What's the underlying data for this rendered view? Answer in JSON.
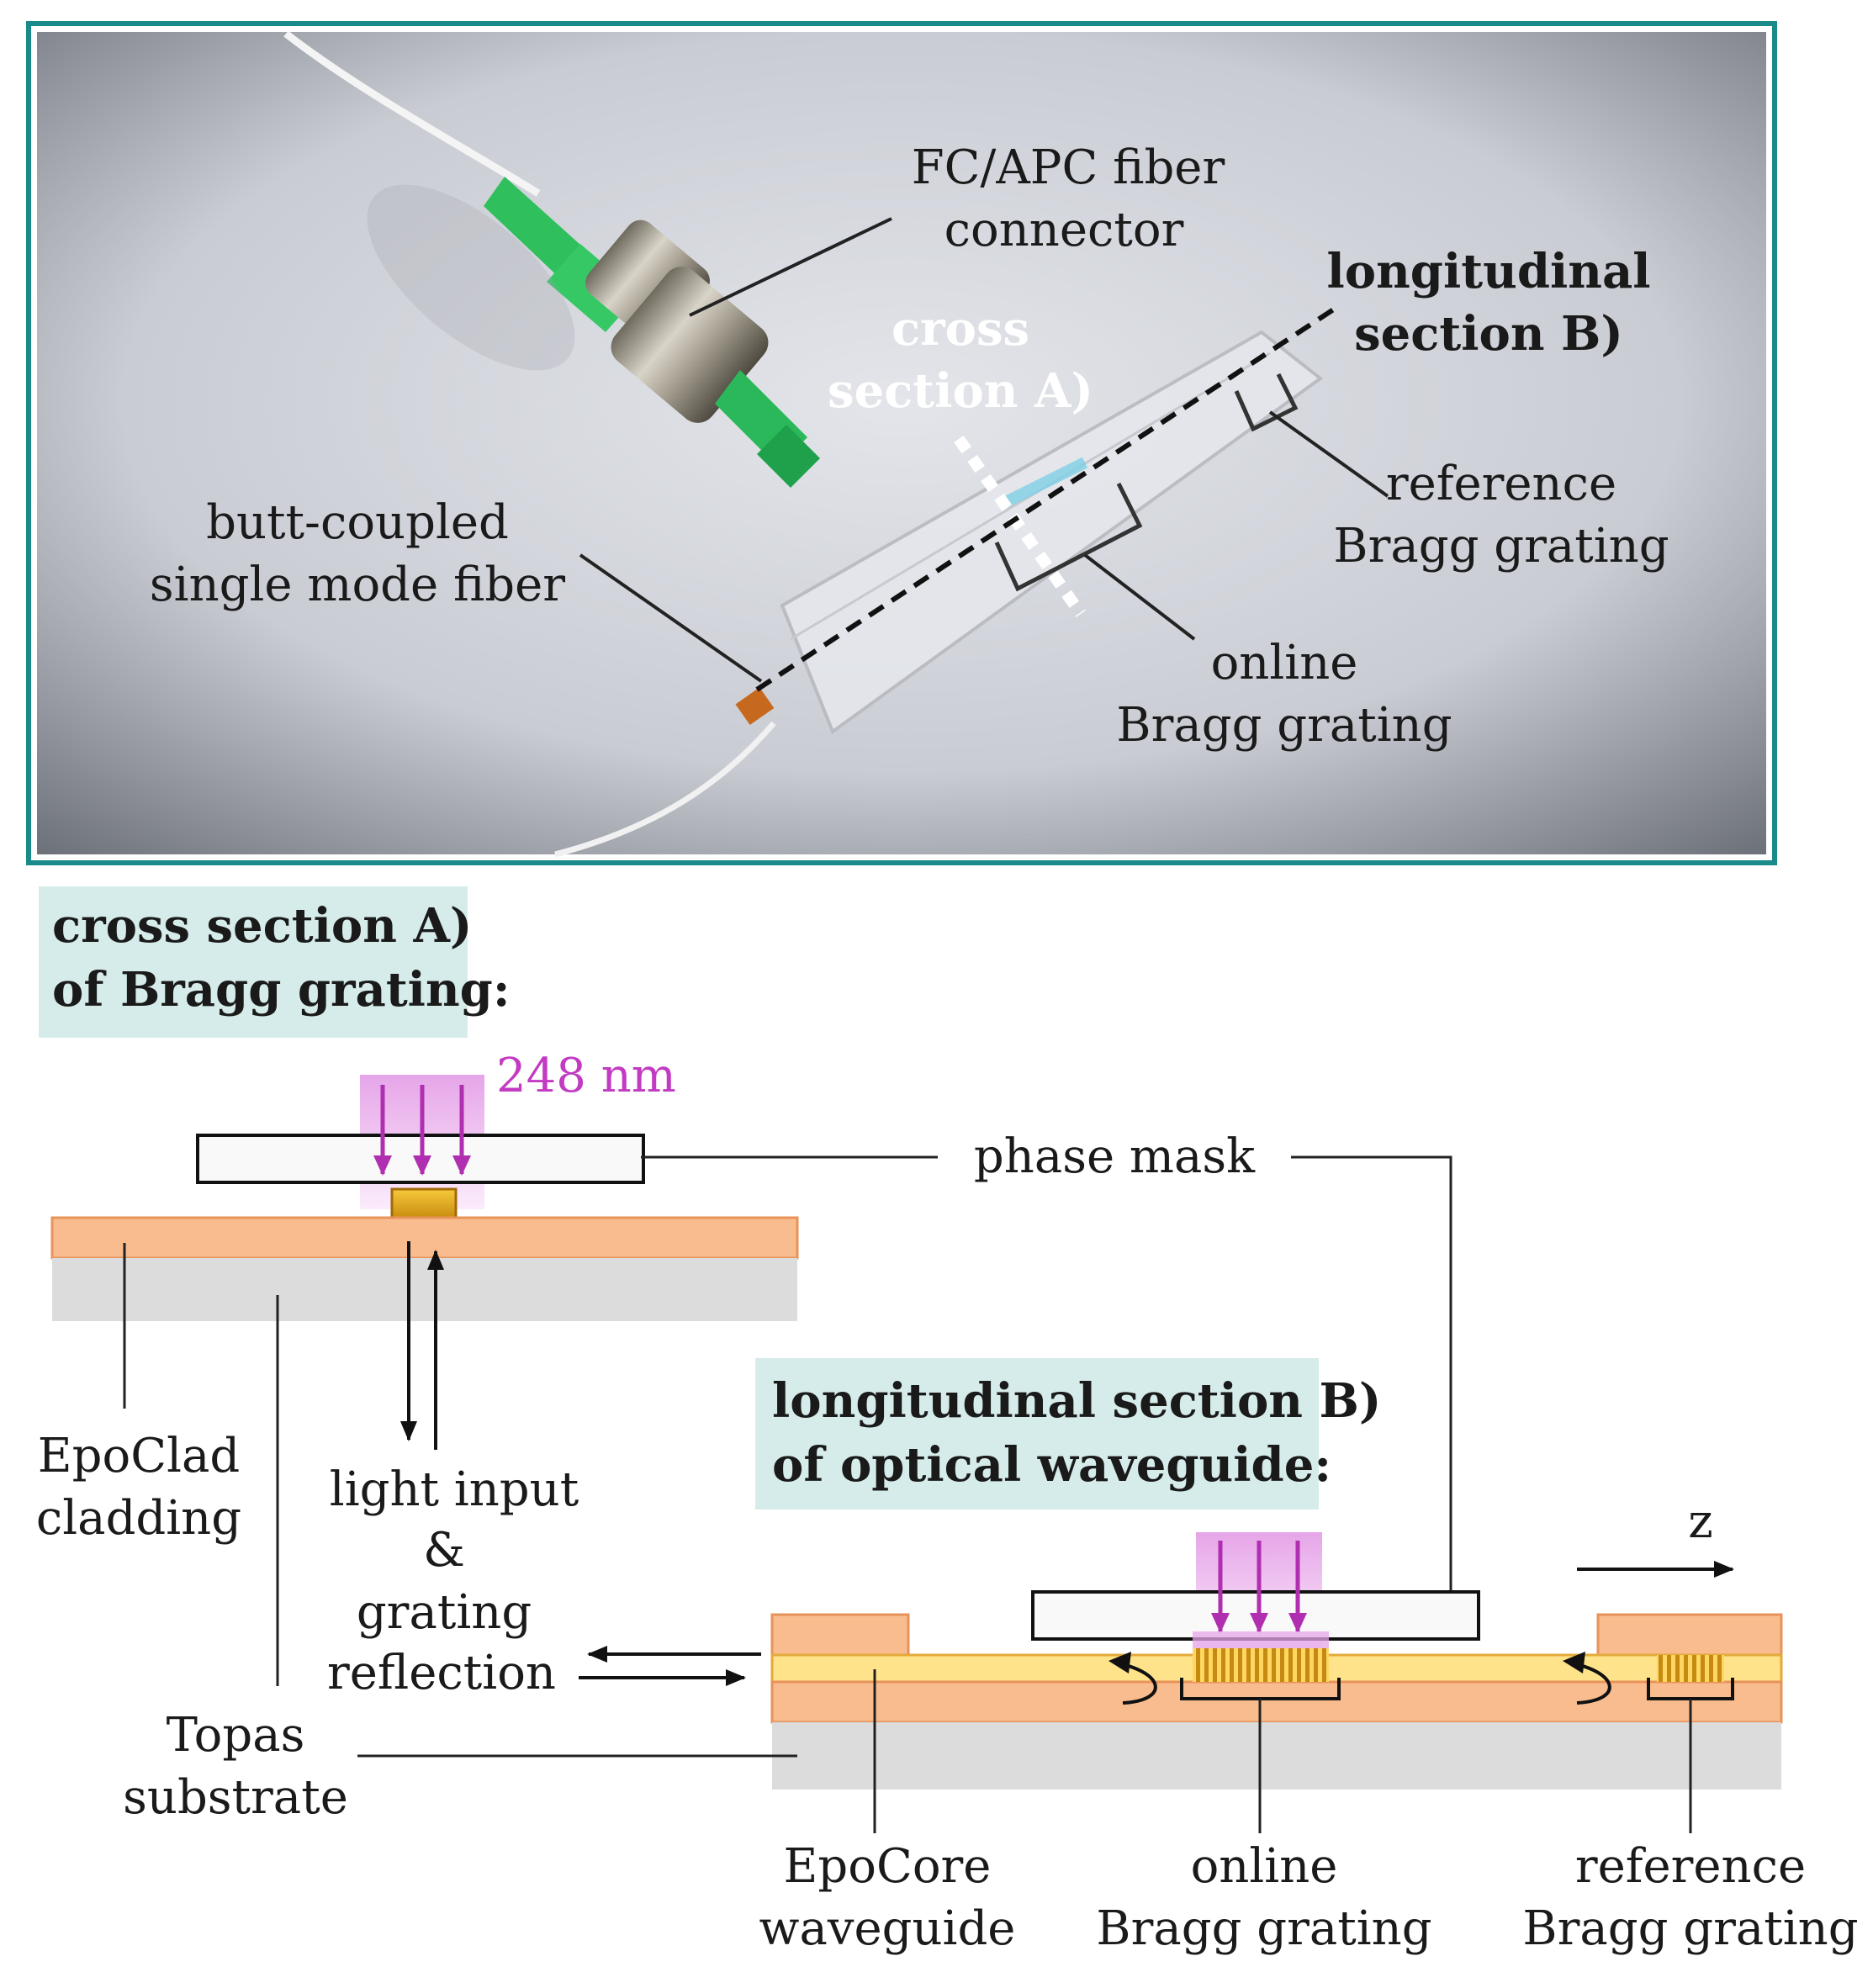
{
  "photo": {
    "labels": {
      "fc_apc": [
        "FC/APC fiber",
        "connector"
      ],
      "longitudinal": [
        "longitudinal",
        "section B)"
      ],
      "cross": [
        "cross",
        "section A)"
      ],
      "butt_coupled": [
        "butt-coupled",
        "single mode fiber"
      ],
      "reference": [
        "reference",
        "Bragg grating"
      ],
      "online": [
        "online",
        "Bragg grating"
      ]
    }
  },
  "cross_section": {
    "title": [
      "cross section A)",
      "of Bragg grating:"
    ],
    "wavelength": "248 nm",
    "phase_mask": "phase mask",
    "cladding": [
      "EpoClad",
      "cladding"
    ],
    "light": [
      "light input",
      "&",
      "grating",
      "reflection"
    ],
    "substrate": [
      "Topas",
      "substrate"
    ]
  },
  "longitudinal_section": {
    "title": [
      "longitudinal section B)",
      "of optical waveguide:"
    ],
    "z_axis": "z",
    "core": [
      "EpoCore",
      "waveguide"
    ],
    "online": [
      "online",
      "Bragg grating"
    ],
    "reference": [
      "reference",
      "Bragg grating"
    ]
  },
  "colors": {
    "frame": "#1a8a8a",
    "title_box": "#d6ecea",
    "cladding": "#f9bc8e",
    "core": "#ffe38a",
    "substrate": "#dcdcdc",
    "uv": "#c23bc2"
  }
}
